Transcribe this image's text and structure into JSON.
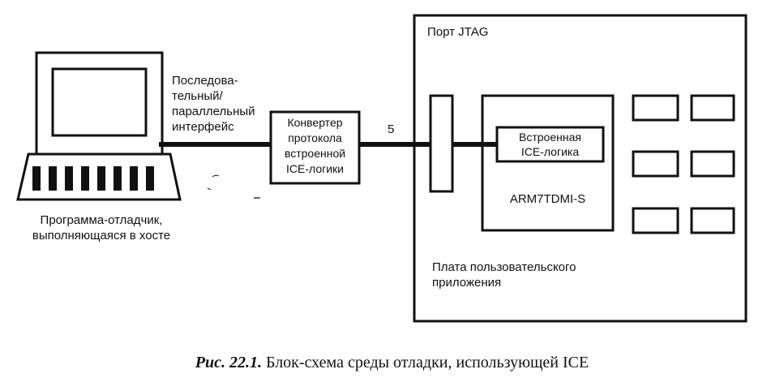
{
  "host": {
    "interface_label": "Последова-\nтельный/\nпараллельный\nинтерфейс",
    "program_label": "Программа-отладчик,\nвыполняющаяся в хосте"
  },
  "converter": {
    "label": "Конвертер\nпротокола\nвстроенной\nICE-логики"
  },
  "link": {
    "pin_count": "5"
  },
  "board": {
    "port_label": "Порт JTAG",
    "ice_logic_label": "Встроенная\nICE-логика",
    "cpu_label": "ARM7TDMI-S",
    "board_label": "Плата пользовательского\nприложения"
  },
  "caption": {
    "number": "Рис. 22.1.",
    "text": "Блок-схема среды отладки, использующей ICE"
  }
}
